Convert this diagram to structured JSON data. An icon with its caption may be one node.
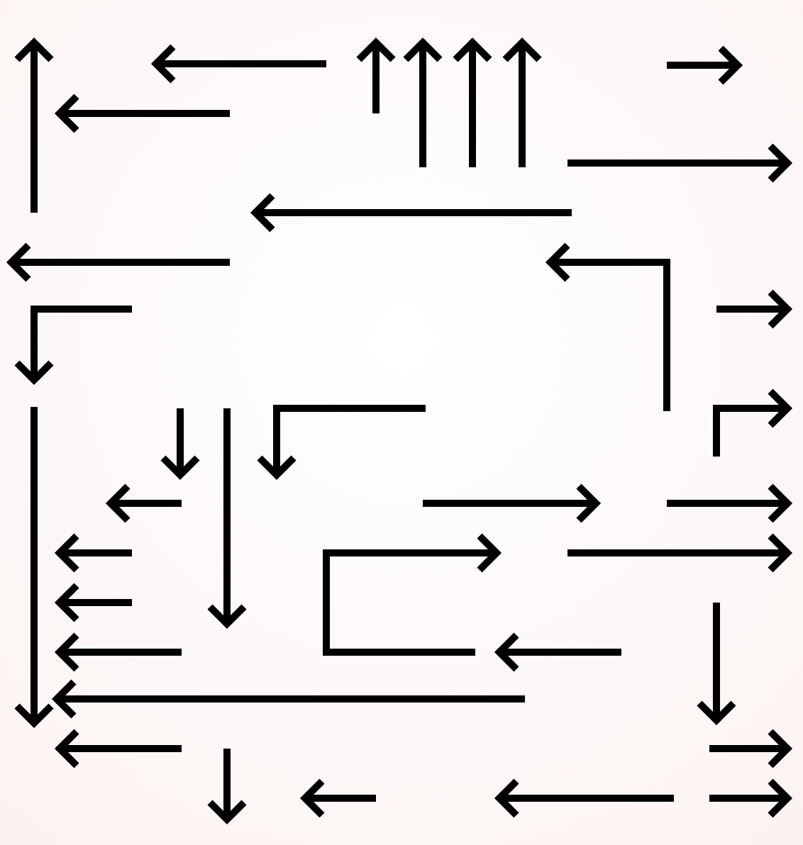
{
  "diagram": {
    "nodes": [
      {
        "text": [],
        "shape": "arrow"
      },
      {
        "text": [],
        "shape": "arrow"
      },
      {
        "text": [],
        "shape": "arrow"
      },
      {
        "text": [],
        "shape": "arrow"
      },
      {
        "text": [],
        "shape": "arrow"
      },
      {
        "text": [],
        "shape": "arrow"
      },
      {
        "text": [],
        "shape": "arrow"
      },
      {
        "text": [],
        "shape": "arrow"
      },
      {
        "text": [],
        "shape": "arrow"
      },
      {
        "text": [],
        "shape": "arrow"
      },
      {
        "text": [],
        "shape": "arrow"
      },
      {
        "text": [],
        "shape": "arrow"
      },
      {
        "text": [],
        "shape": "arrow"
      },
      {
        "text": [],
        "shape": "arrow"
      },
      {
        "text": [],
        "shape": "arrow"
      },
      {
        "text": [],
        "shape": "arrow"
      },
      {
        "text": [],
        "shape": "arrow"
      },
      {
        "text": [],
        "shape": "arrow"
      },
      {
        "text": [],
        "shape": "arrow"
      },
      {
        "text": [],
        "shape": "arrow"
      },
      {
        "text": [],
        "shape": "arrow"
      },
      {
        "text": [],
        "shape": "arrow"
      },
      {
        "text": [],
        "shape": "arrow"
      },
      {
        "text": [],
        "shape": "arrow"
      },
      {
        "text": [],
        "shape": "arrow"
      },
      {
        "text": [],
        "shape": "arrow"
      },
      {
        "text": [],
        "shape": "arrow"
      },
      {
        "text": [],
        "shape": "arrow"
      },
      {
        "text": [],
        "shape": "arrow"
      },
      {
        "text": [],
        "shape": "arrow"
      },
      {
        "text": [],
        "shape": "arrow"
      },
      {
        "text": [],
        "shape": "arrow"
      },
      {
        "text": [],
        "shape": "arrow"
      },
      {
        "text": [],
        "shape": "arrow"
      },
      {
        "text": [],
        "shape": "arrow"
      },
      {
        "text": [],
        "shape": "arrow"
      }
    ]
  }
}
